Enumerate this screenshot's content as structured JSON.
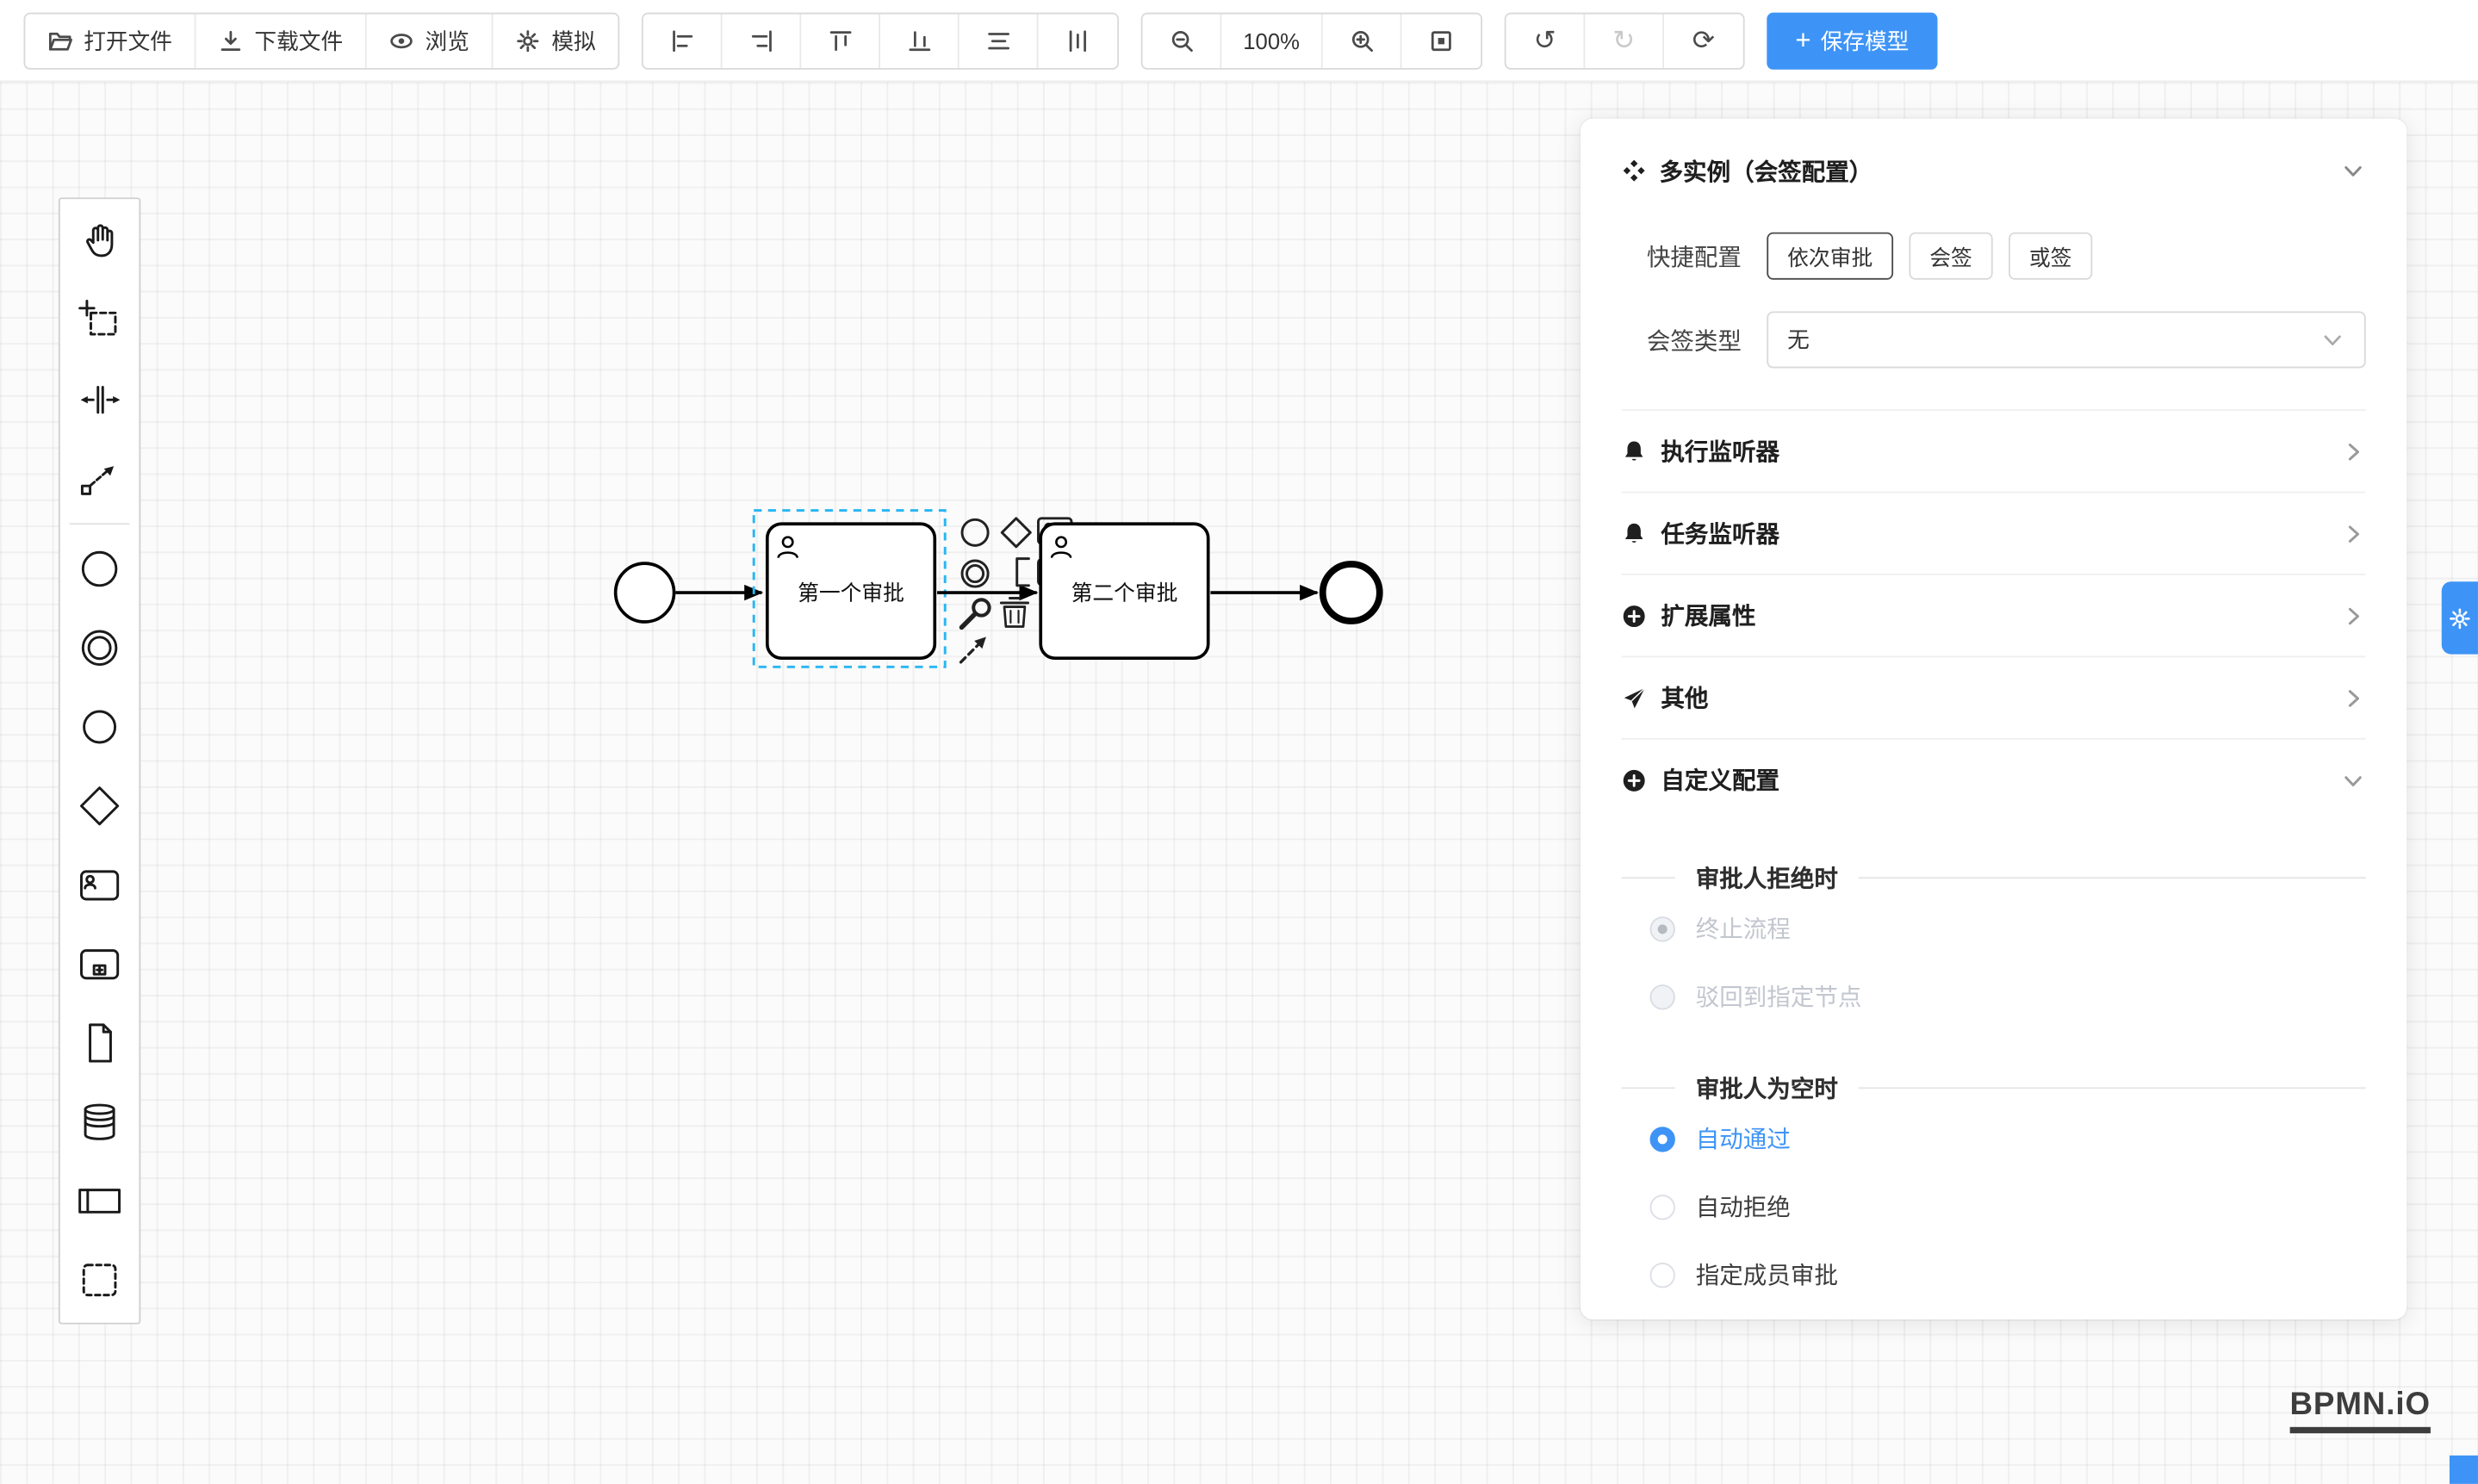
{
  "colors": {
    "accent": "#3E94F6",
    "selection": "#29B6F2"
  },
  "toolbar": {
    "open_file": "打开文件",
    "download_file": "下载文件",
    "preview": "浏览",
    "simulate": "模拟",
    "zoom_level": "100%",
    "undo_glyph": "↺",
    "redo_glyph": "↻",
    "refresh_glyph": "⟳",
    "save_plus": "+",
    "save_model": "保存模型",
    "align_icons": [
      "align-left-icon",
      "align-right-icon",
      "align-top-icon",
      "align-bottom-icon",
      "distribute-horizontal-icon",
      "distribute-vertical-icon"
    ]
  },
  "palette": {
    "items": [
      "hand-tool",
      "lasso-tool",
      "space-tool",
      "global-connect-tool",
      "create-start-event",
      "create-intermediate-event",
      "create-end-event",
      "create-gateway",
      "create-user-task",
      "create-subprocess",
      "create-data-object",
      "create-data-store",
      "create-participant",
      "create-group"
    ]
  },
  "canvas": {
    "task1_label": "第一个审批",
    "task2_label": "第二个审批",
    "context_pad": [
      "append-event",
      "append-gateway",
      "append-user-task",
      "append-intermediate-event",
      "append-text-annotation",
      "append-task",
      "change-type-wrench",
      "delete-trash",
      "connect-tool"
    ]
  },
  "panel": {
    "title": "多实例（会签配置）",
    "quick_label": "快捷配置",
    "quick_options": [
      "依次审批",
      "会签",
      "或签"
    ],
    "quick_active": "依次审批",
    "type_label": "会签类型",
    "type_value": "无",
    "sections": [
      {
        "label": "执行监听器",
        "icon": "bell-icon"
      },
      {
        "label": "任务监听器",
        "icon": "bell-icon"
      },
      {
        "label": "扩展属性",
        "icon": "plus-circle-icon"
      },
      {
        "label": "其他",
        "icon": "send-icon"
      },
      {
        "label": "自定义配置",
        "icon": "plus-circle-icon"
      }
    ],
    "reject_title": "审批人拒绝时",
    "reject_options": [
      {
        "label": "终止流程",
        "checked": true,
        "disabled": true
      },
      {
        "label": "驳回到指定节点",
        "checked": false,
        "disabled": true
      }
    ],
    "empty_title": "审批人为空时",
    "empty_options": [
      {
        "label": "自动通过",
        "checked": true
      },
      {
        "label": "自动拒绝",
        "checked": false
      },
      {
        "label": "指定成员审批",
        "checked": false
      }
    ]
  },
  "footer": {
    "logo": "BPMN.iO"
  }
}
